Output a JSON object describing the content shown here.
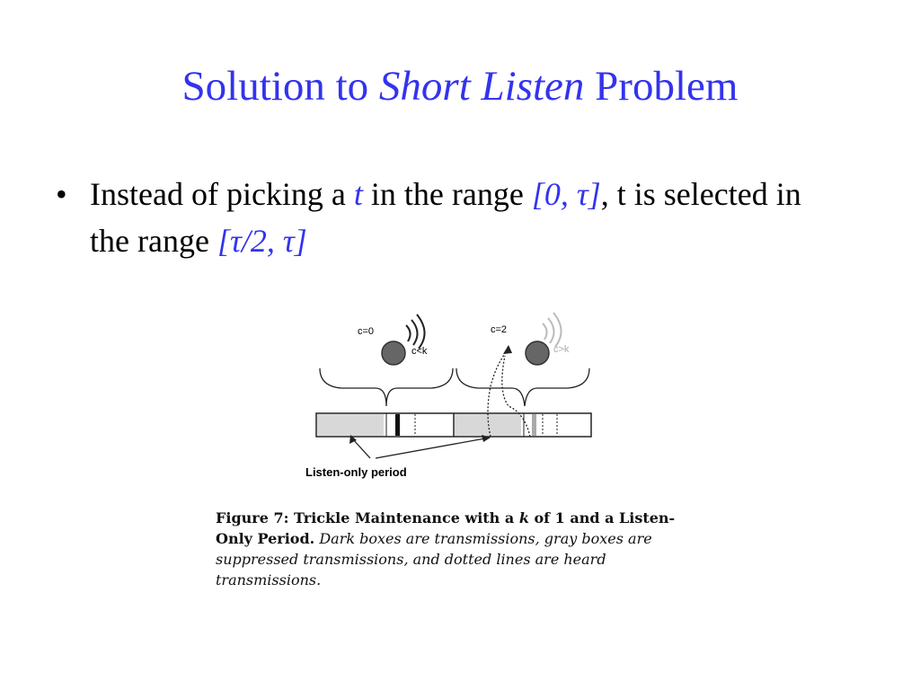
{
  "title": {
    "part1": "Solution to ",
    "part2": "Short Listen",
    "part3": " Problem"
  },
  "bullet": {
    "marker": "•",
    "s1": "Instead of picking a ",
    "s2": "t",
    "s3": " in the range ",
    "s4": "[0, τ]",
    "s5": ", t is selected in the range ",
    "s6": "[τ/2, τ]"
  },
  "figure": {
    "c0": "c=0",
    "ck_less": "c<k",
    "c2": "c=2",
    "ck_greater": "c>k",
    "listen_label": "Listen-only period"
  },
  "caption": {
    "bold1": "Figure 7:  Trickle Maintenance with a ",
    "k": "k",
    "bold2": " of 1 and a Listen-Only Period.",
    "rest": " Dark boxes are transmissions, gray boxes are suppressed transmissions, and dotted lines are heard transmissions."
  },
  "colors": {
    "accent": "#3333ee"
  }
}
